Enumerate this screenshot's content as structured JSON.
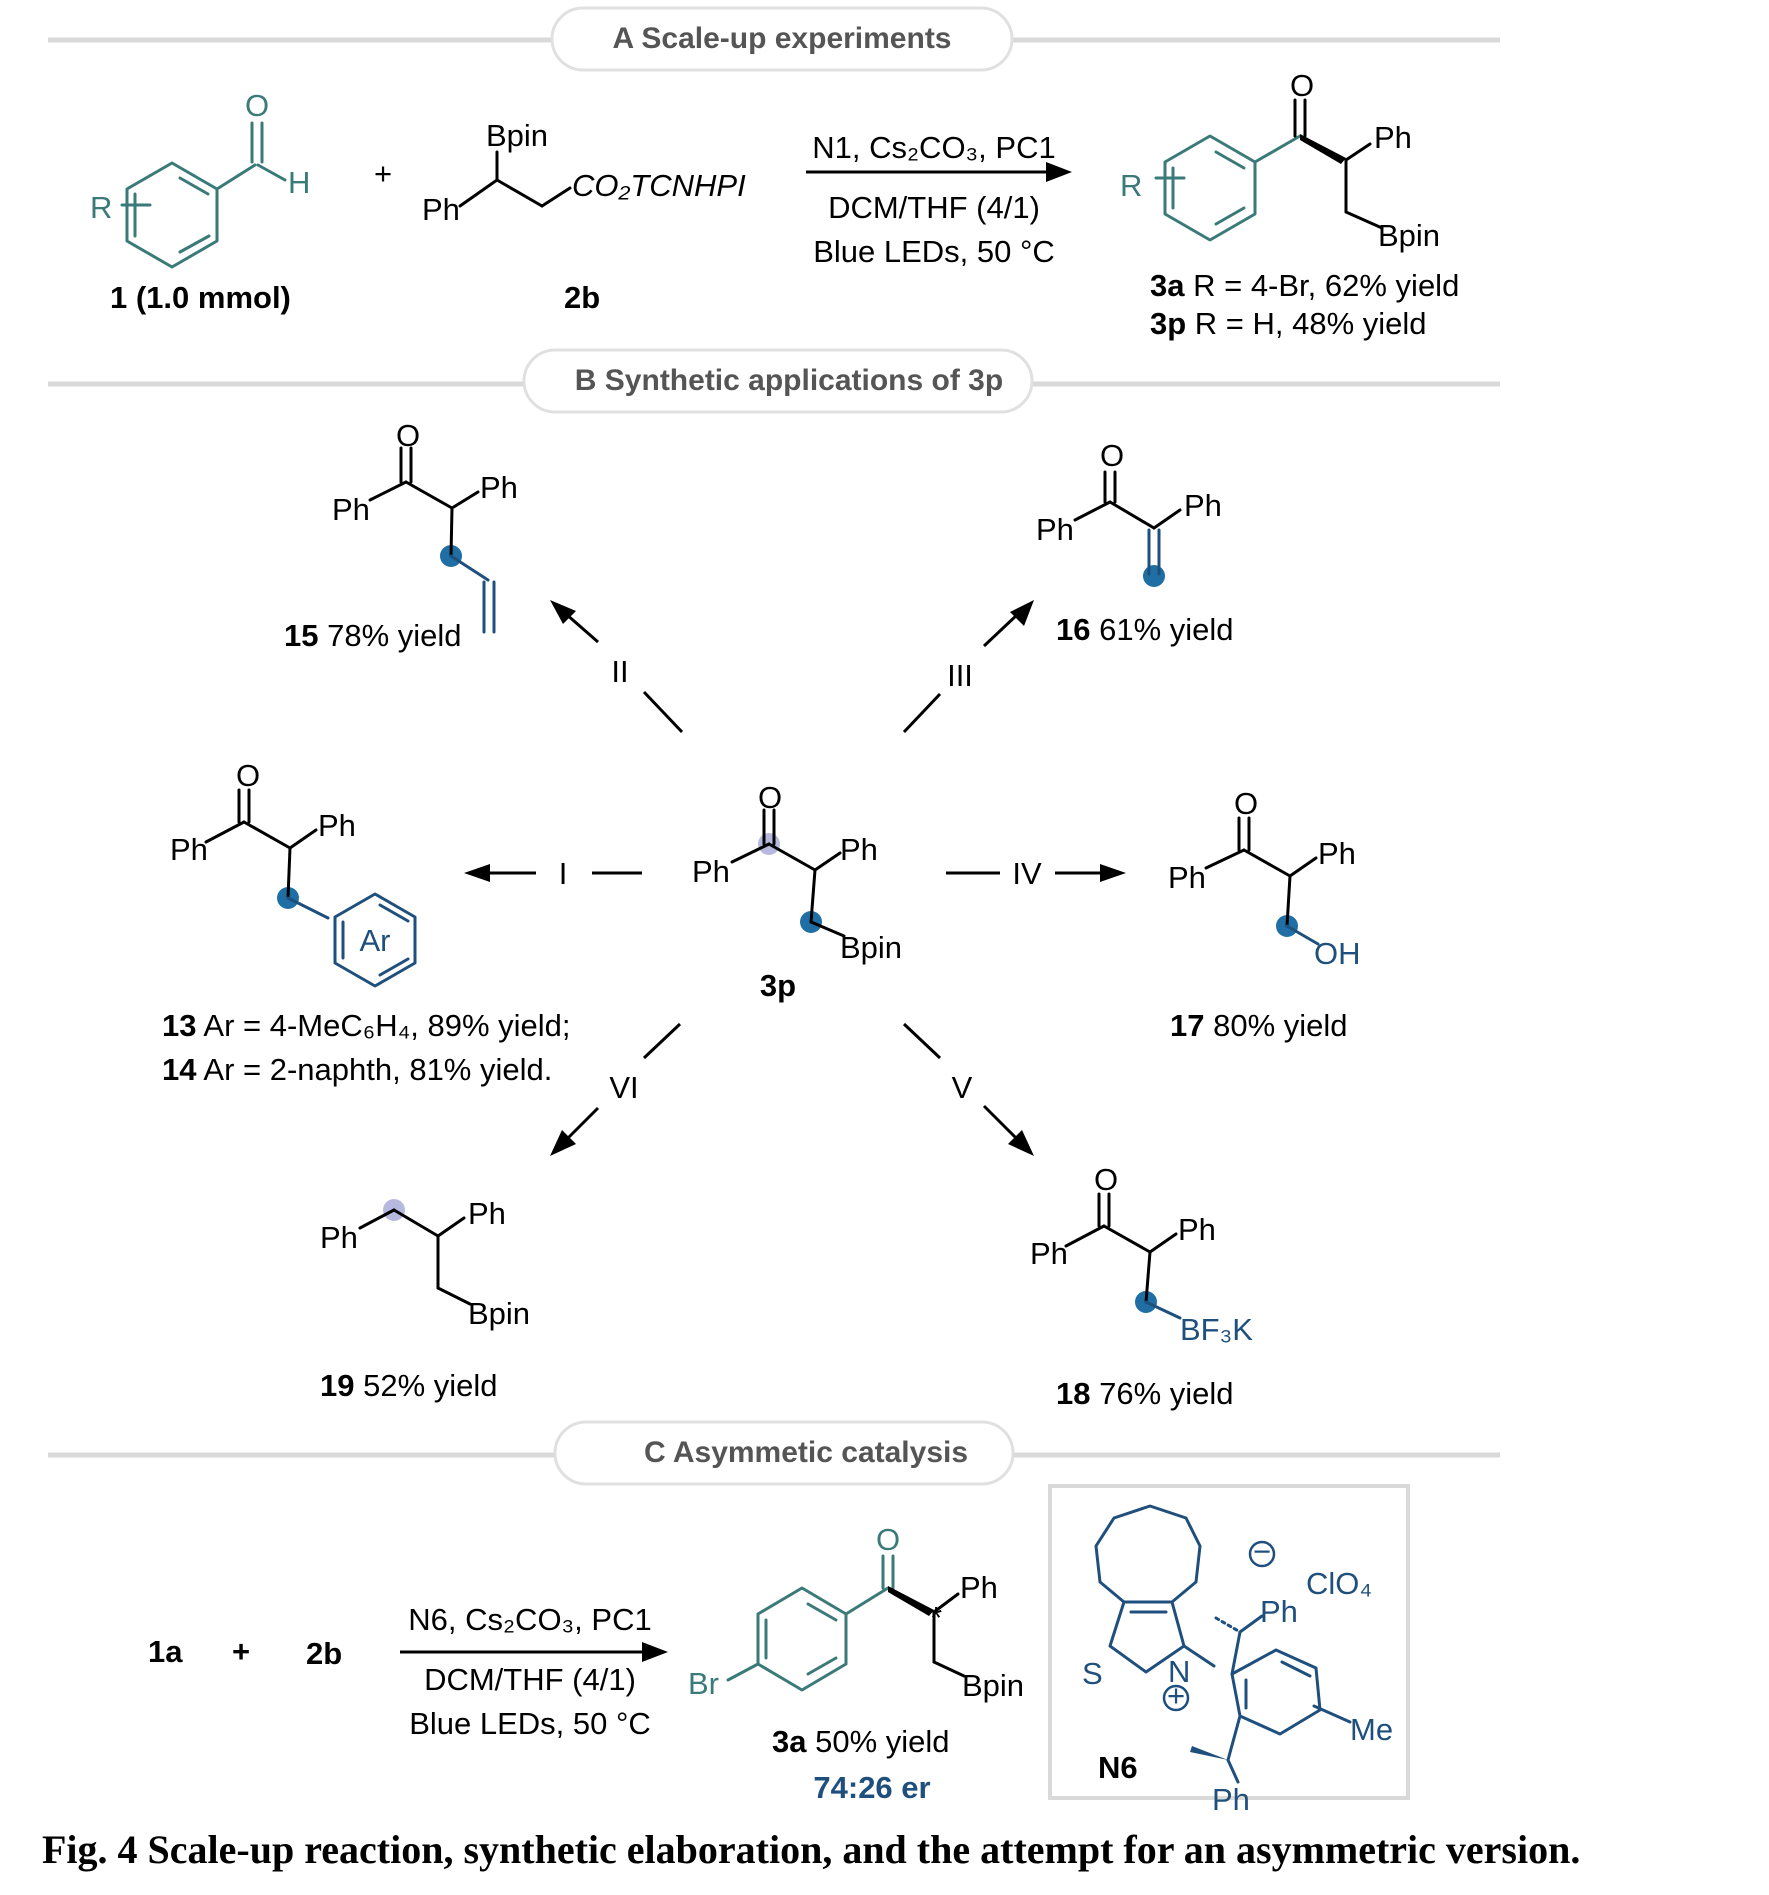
{
  "sections": {
    "A": "A Scale-up experiments",
    "B": "B Synthetic applications of 3p",
    "C": "C Asymmetic catalysis"
  },
  "atoms": {
    "O": "O",
    "H": "H",
    "R": "R",
    "Ph": "Ph",
    "Bpin": "Bpin",
    "Br": "Br",
    "OH": "OH",
    "Ar": "Ar",
    "N": "N",
    "S": "S",
    "Me": "Me",
    "star": "*"
  },
  "partA": {
    "plus": "+",
    "ester_group": "CO₂TCNHPI",
    "label_1": "1 (1.0 mmol)",
    "label_2b": "2b",
    "cond_line1": "N1, Cs₂CO₃, PC1",
    "cond_line2": "DCM/THF (4/1)",
    "cond_line3": "Blue LEDs, 50 °C",
    "product_3a": "3a",
    "product_3a_text": " R = 4-Br, 62% yield",
    "product_3p": "3p",
    "product_3p_text": " R = H, 48% yield"
  },
  "partB": {
    "center_label": "3p",
    "steps": {
      "I": "I",
      "II": "II",
      "III": "III",
      "IV": "IV",
      "V": "V",
      "VI": "VI"
    },
    "p15": "15",
    "p15_text": " 78% yield",
    "p16": "16",
    "p16_text": " 61% yield",
    "p13": "13",
    "p13_text": " Ar = 4-MeC₆H₄, 89% yield;",
    "p14": "14",
    "p14_text": " Ar = 2-naphth, 81% yield.",
    "p17": "17",
    "p17_text": " 80% yield",
    "p19": "19",
    "p19_text": " 52% yield",
    "p18": "18",
    "p18_text": " 76% yield",
    "bf3k": "BF₃K"
  },
  "partC": {
    "reactant1": "1a",
    "plus": "+",
    "reactant2": "2b",
    "cond_line1": "N6, Cs₂CO₃, PC1",
    "cond_line2": "DCM/THF (4/1)",
    "cond_line3": "Blue LEDs, 50 °C",
    "product": "3a",
    "product_text": " 50% yield",
    "er": "74:26 er",
    "catalyst_label": "N6",
    "counterion": "ClO₄",
    "minus": "−",
    "plusCharge": "+"
  },
  "caption": "Fig. 4 Scale-up reaction, synthetic elaboration, and the attempt for an asymmetric version."
}
